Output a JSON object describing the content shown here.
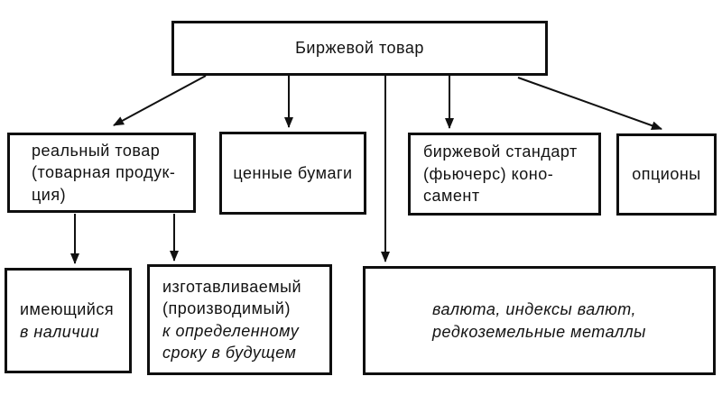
{
  "diagram": {
    "title": "Биржевой товар",
    "background_color": "#ffffff",
    "line_color": "#111111",
    "text_color": "#121212",
    "nodes": {
      "root": {
        "label": "Биржевой товар"
      },
      "real_goods": {
        "label": "реальный товар\n(товарная продук-\nция)"
      },
      "securities": {
        "label": "ценные бумаги"
      },
      "exchange_standard": {
        "label": "биржевой стандарт\n(фьючерс) коно-\nсамент"
      },
      "options": {
        "label": "опционы"
      },
      "available": {
        "label_regular": "имеющийся",
        "label_italic": "в наличии"
      },
      "manufactured": {
        "label_regular": "изготавливаемый\n(производимый)",
        "label_italic": "к определенному\nсроку в будущем"
      },
      "currency": {
        "label_italic": "валюта, индексы валют,\nредкоземельные металлы"
      }
    },
    "edges": [
      {
        "from": "root",
        "to": "real_goods"
      },
      {
        "from": "root",
        "to": "securities"
      },
      {
        "from": "root",
        "to": "currency"
      },
      {
        "from": "root",
        "to": "exchange_standard"
      },
      {
        "from": "root",
        "to": "options"
      },
      {
        "from": "real_goods",
        "to": "available"
      },
      {
        "from": "real_goods",
        "to": "manufactured"
      }
    ]
  }
}
